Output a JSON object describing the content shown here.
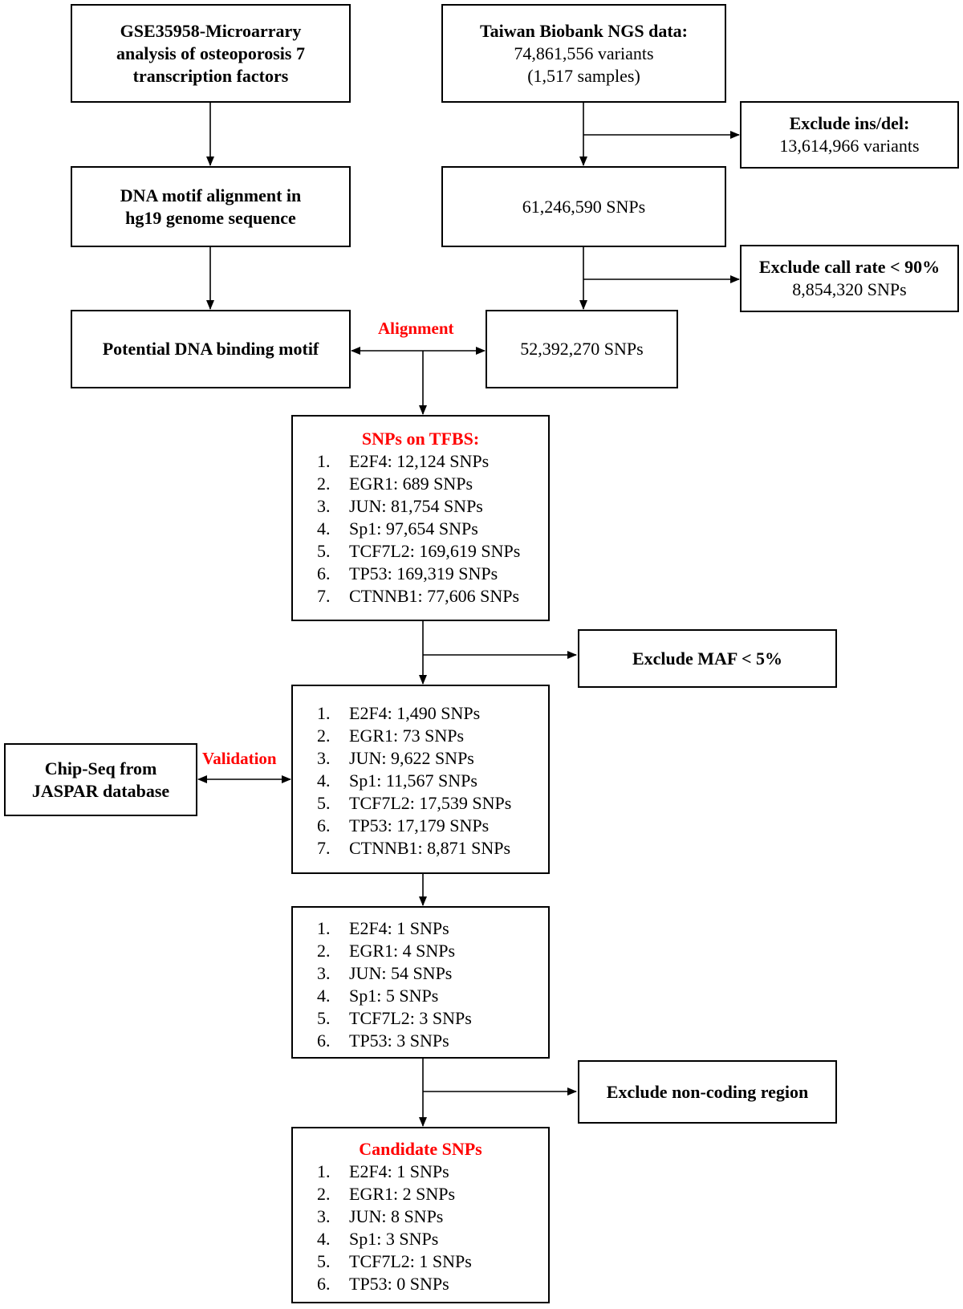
{
  "nodes": {
    "gse": {
      "lines": [
        "GSE35958-Microarrary",
        "analysis of osteoporosis 7",
        "transcription factors"
      ]
    },
    "motif_align": {
      "lines": [
        "DNA motif alignment in",
        "hg19 genome sequence"
      ]
    },
    "potential": {
      "text": "Potential DNA binding motif"
    },
    "taiwan": {
      "title": "Taiwan Biobank NGS data:",
      "lines": [
        "74,861,556 variants",
        "(1,517 samples)"
      ]
    },
    "excl_indel": {
      "title": "Exclude ins/del:",
      "detail": "13,614,966 variants"
    },
    "snps_61": {
      "text": "61,246,590 SNPs"
    },
    "excl_call": {
      "title": "Exclude call rate < 90%",
      "detail": "8,854,320 SNPs"
    },
    "snps_52": {
      "text": "52,392,270 SNPs"
    },
    "tfbs": {
      "title": "SNPs on TFBS:",
      "items": [
        {
          "num": "1.",
          "text": "E2F4: 12,124 SNPs"
        },
        {
          "num": "2.",
          "text": "EGR1: 689 SNPs"
        },
        {
          "num": "3.",
          "text": "JUN: 81,754 SNPs"
        },
        {
          "num": "4.",
          "text": "Sp1: 97,654 SNPs"
        },
        {
          "num": "5.",
          "text": "TCF7L2: 169,619 SNPs"
        },
        {
          "num": "6.",
          "text": "TP53: 169,319 SNPs"
        },
        {
          "num": "7.",
          "text": "CTNNB1: 77,606 SNPs"
        }
      ]
    },
    "excl_maf": {
      "text": "Exclude MAF < 5%"
    },
    "maf_list": {
      "items": [
        {
          "num": "1.",
          "text": "E2F4: 1,490 SNPs"
        },
        {
          "num": "2.",
          "text": "EGR1: 73 SNPs"
        },
        {
          "num": "3.",
          "text": "JUN: 9,622 SNPs"
        },
        {
          "num": "4.",
          "text": "Sp1: 11,567 SNPs"
        },
        {
          "num": "5.",
          "text": "TCF7L2: 17,539 SNPs"
        },
        {
          "num": "6.",
          "text": "TP53: 17,179 SNPs"
        },
        {
          "num": "7.",
          "text": "CTNNB1: 8,871 SNPs"
        }
      ]
    },
    "chipseq": {
      "lines": [
        "Chip-Seq from",
        "JASPAR database"
      ]
    },
    "valid_list": {
      "items": [
        {
          "num": "1.",
          "text": "E2F4: 1 SNPs"
        },
        {
          "num": "2.",
          "text": "EGR1: 4 SNPs"
        },
        {
          "num": "3.",
          "text": "JUN: 54 SNPs"
        },
        {
          "num": "4.",
          "text": "Sp1: 5 SNPs"
        },
        {
          "num": "5.",
          "text": "TCF7L2: 3 SNPs"
        },
        {
          "num": "6.",
          "text": "TP53: 3 SNPs"
        }
      ]
    },
    "excl_noncoding": {
      "text": "Exclude non-coding region"
    },
    "candidate": {
      "title": "Candidate SNPs",
      "items": [
        {
          "num": "1.",
          "text": "E2F4: 1 SNPs"
        },
        {
          "num": "2.",
          "text": "EGR1: 2 SNPs"
        },
        {
          "num": "3.",
          "text": "JUN: 8 SNPs"
        },
        {
          "num": "4.",
          "text": "Sp1: 3 SNPs"
        },
        {
          "num": "5.",
          "text": "TCF7L2: 1 SNPs"
        },
        {
          "num": "6.",
          "text": "TP53: 0 SNPs"
        }
      ]
    }
  },
  "edge_labels": {
    "alignment": "Alignment",
    "validation": "Validation"
  },
  "colors": {
    "highlight": "#ff0000",
    "line": "#000000"
  }
}
